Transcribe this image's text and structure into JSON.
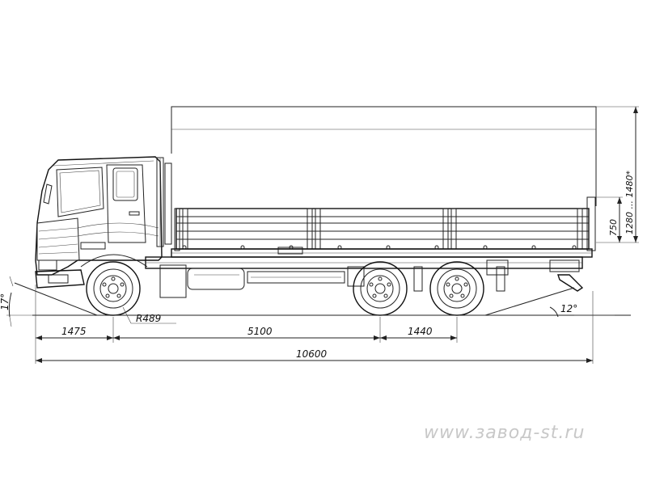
{
  "dimensions": {
    "front_overhang": "1475",
    "wheelbase": "5100",
    "tandem_spacing": "1440",
    "overall_length": "10600",
    "wheel_radius": "R489",
    "approach_angle": "17°",
    "departure_angle": "12°",
    "side_height": "750",
    "platform_height_range": "1280 ... 1480*"
  },
  "watermark": "www.завод-st.ru"
}
